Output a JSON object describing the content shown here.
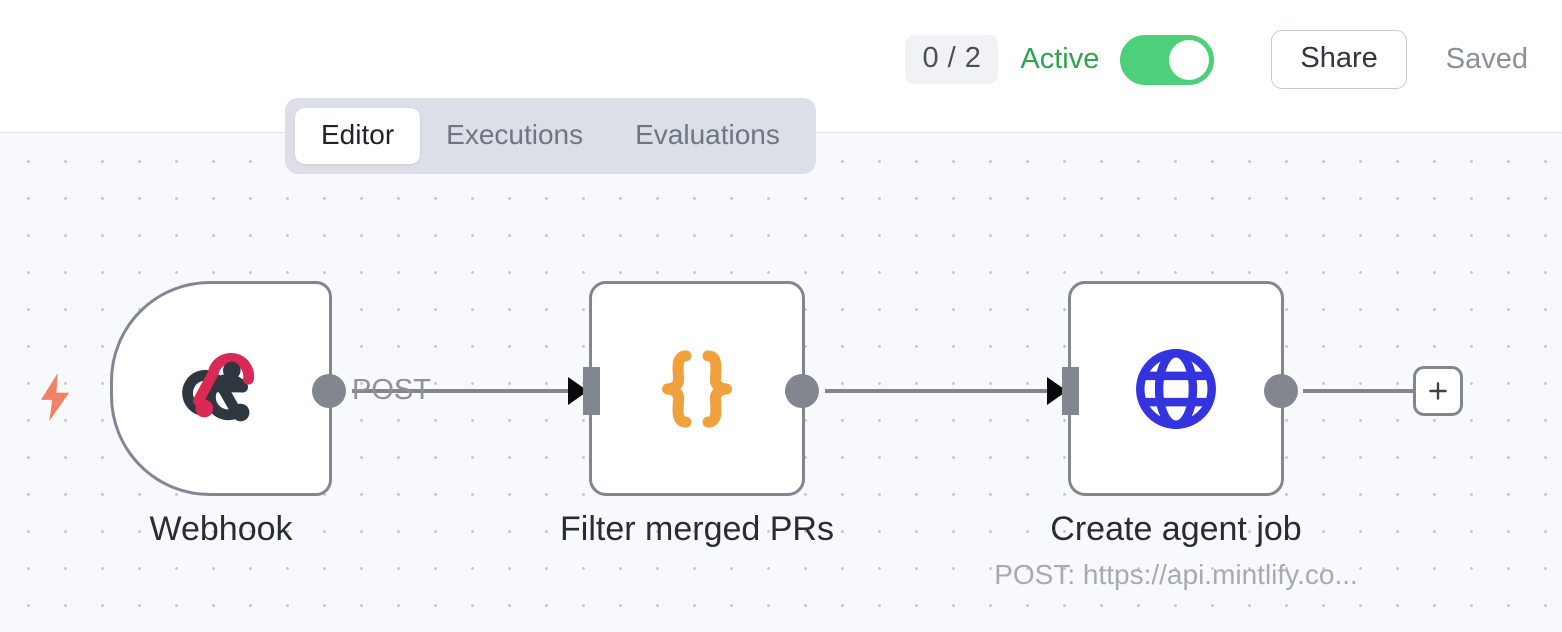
{
  "header": {
    "run_badge": "0 / 2",
    "active_label": "Active",
    "toggle_state": "on",
    "share_label": "Share",
    "saved_label": "Saved",
    "accent_green": "#4ed07a",
    "active_text_color": "#2fa44f"
  },
  "tabs": [
    {
      "label": "Editor",
      "active": true
    },
    {
      "label": "Executions",
      "active": false
    },
    {
      "label": "Evaluations",
      "active": false
    }
  ],
  "canvas": {
    "background": "#f8f9fc",
    "dot_color": "#c3c7d1",
    "dot_spacing": "37px"
  },
  "nodes": [
    {
      "id": "webhook",
      "label": "Webhook",
      "subtitle": "",
      "icon": "webhook-icon",
      "icon_colors": [
        "#d82a55",
        "#2e3740"
      ],
      "shape": "trigger"
    },
    {
      "id": "filter",
      "label": "Filter merged PRs",
      "subtitle": "",
      "icon": "code-braces-icon",
      "icon_colors": [
        "#f0a03c"
      ],
      "shape": "rounded-square"
    },
    {
      "id": "http",
      "label": "Create agent job",
      "subtitle": "POST: https://api.mintlify.co...",
      "icon": "globe-icon",
      "icon_colors": [
        "#3333e0"
      ],
      "shape": "rounded-square"
    }
  ],
  "edges": [
    {
      "from": "webhook",
      "to": "filter",
      "label": "POST"
    },
    {
      "from": "filter",
      "to": "http",
      "label": ""
    }
  ],
  "add_node_button": {
    "glyph": "+"
  },
  "trigger_indicator": {
    "icon": "lightning-bolt-icon",
    "color": "#f08268"
  }
}
